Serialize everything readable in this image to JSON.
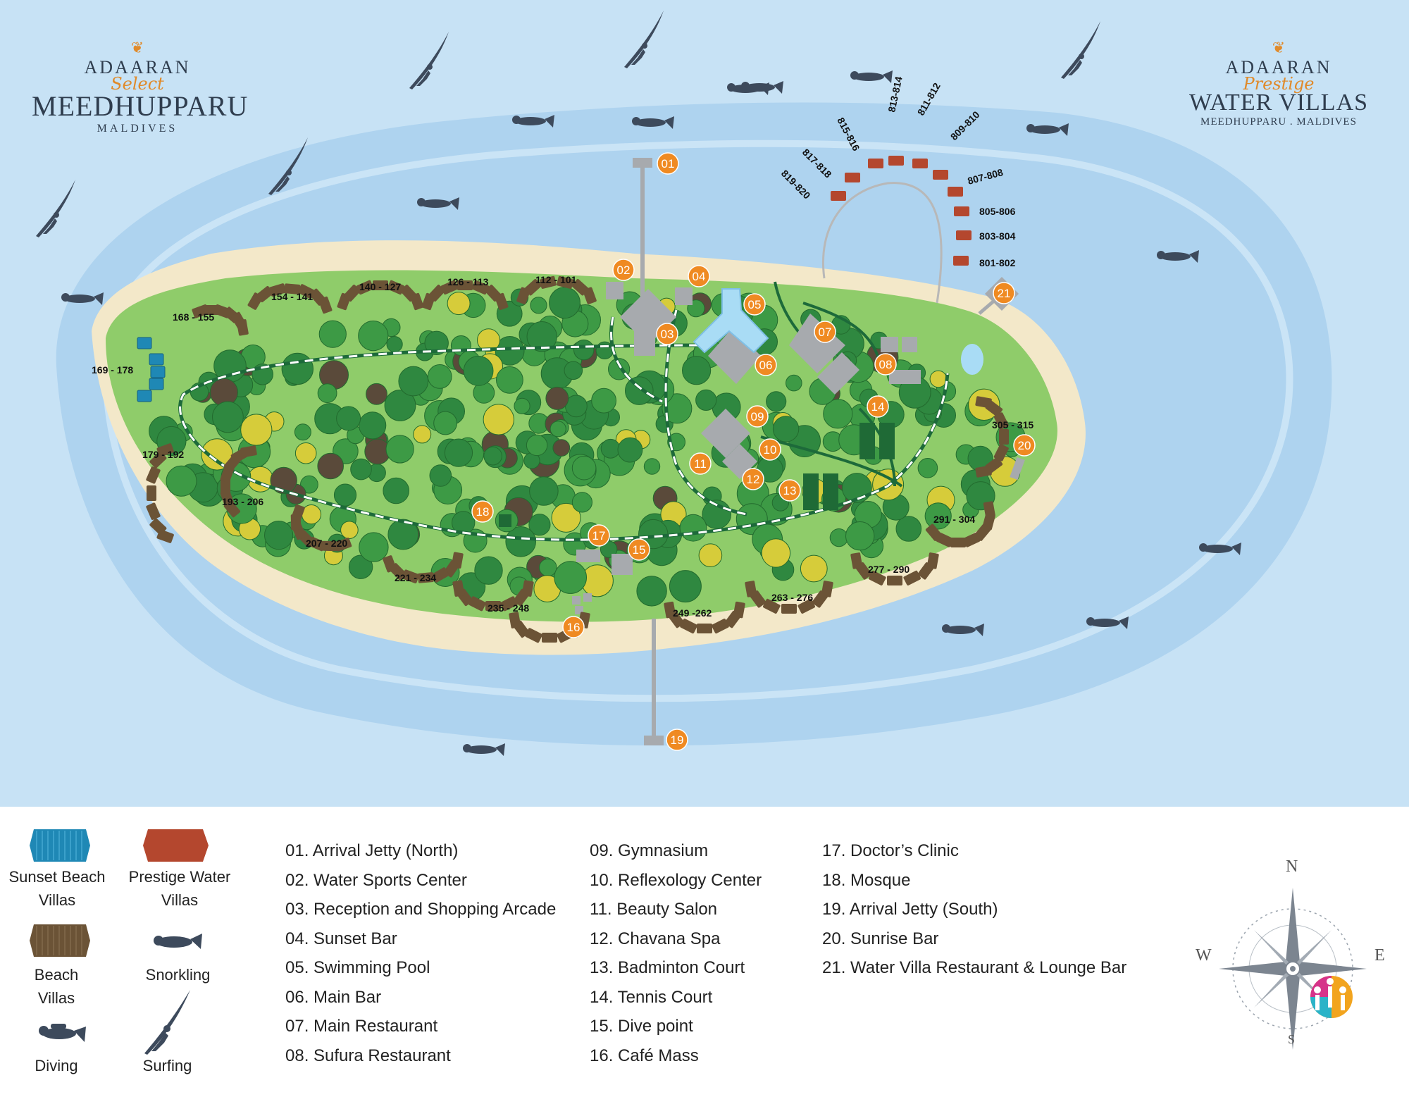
{
  "logos": {
    "left": {
      "brand": "ADAARAN",
      "sub": "Select",
      "name": "MEEDHUPPARU",
      "place": "MALDIVES"
    },
    "right": {
      "brand": "ADAARAN",
      "sub": "Prestige",
      "name": "WATER VILLAS",
      "place": "MEEDHUPPARU . MALDIVES"
    }
  },
  "colors": {
    "sea_outer": "#c7e2f5",
    "sea_lagoon": "#aed3ef",
    "sand": "#f3e8c9",
    "grass": "#8fcc6a",
    "tree": "#3d9a45",
    "path": "#1d6a3a",
    "building": "#a7aaae",
    "marker": "#ef8a22",
    "water_villa": "#b4472e",
    "beach_villa": "#6b5336",
    "sunset_villa": "#1f88b5"
  },
  "markers": [
    "01",
    "02",
    "03",
    "04",
    "05",
    "06",
    "07",
    "08",
    "09",
    "10",
    "11",
    "12",
    "13",
    "14",
    "15",
    "16",
    "17",
    "18",
    "19",
    "20",
    "21"
  ],
  "villa_labels": {
    "water": [
      "819-820",
      "817-818",
      "815-816",
      "813-814",
      "811-812",
      "809-810",
      "807-808",
      "805-806",
      "803-804",
      "801-802"
    ],
    "beach": [
      "168 - 155",
      "154 - 141",
      "140 - 127",
      "126 - 113",
      "112 - 101",
      "169 - 178",
      "179 - 192",
      "193 - 206",
      "207 - 220",
      "221 - 234",
      "235 - 248",
      "249 -262",
      "263 - 276",
      "277 - 290",
      "291 - 304",
      "305 - 315"
    ]
  },
  "legend": {
    "keys": {
      "sunset": "Sunset Beach Villas",
      "prestige": "Prestige Water Villas",
      "beach": "Beach Villas",
      "snorkling": "Snorkling",
      "diving": "Diving",
      "surfing": "Surfing"
    },
    "col1": [
      "01. Arrival Jetty (North)",
      "02. Water Sports Center",
      "03. Reception and Shopping Arcade",
      "04. Sunset Bar",
      "05. Swimming Pool",
      "06. Main Bar",
      "07. Main Restaurant",
      "08. Sufura Restaurant"
    ],
    "col2": [
      "09. Gymnasium",
      "10. Reflexology Center",
      "11. Beauty Salon",
      "12. Chavana Spa",
      "13. Badminton Court",
      "14. Tennis Court",
      "15. Dive point",
      "16. Café Mass"
    ],
    "col3": [
      "17. Doctor’s Clinic",
      "18. Mosque",
      "19. Arrival Jetty (South)",
      "20. Sunrise Bar",
      "21. Water Villa Restaurant &  Lounge Bar"
    ],
    "compass": {
      "n": "N",
      "s": "S",
      "e": "E",
      "w": "W"
    }
  }
}
